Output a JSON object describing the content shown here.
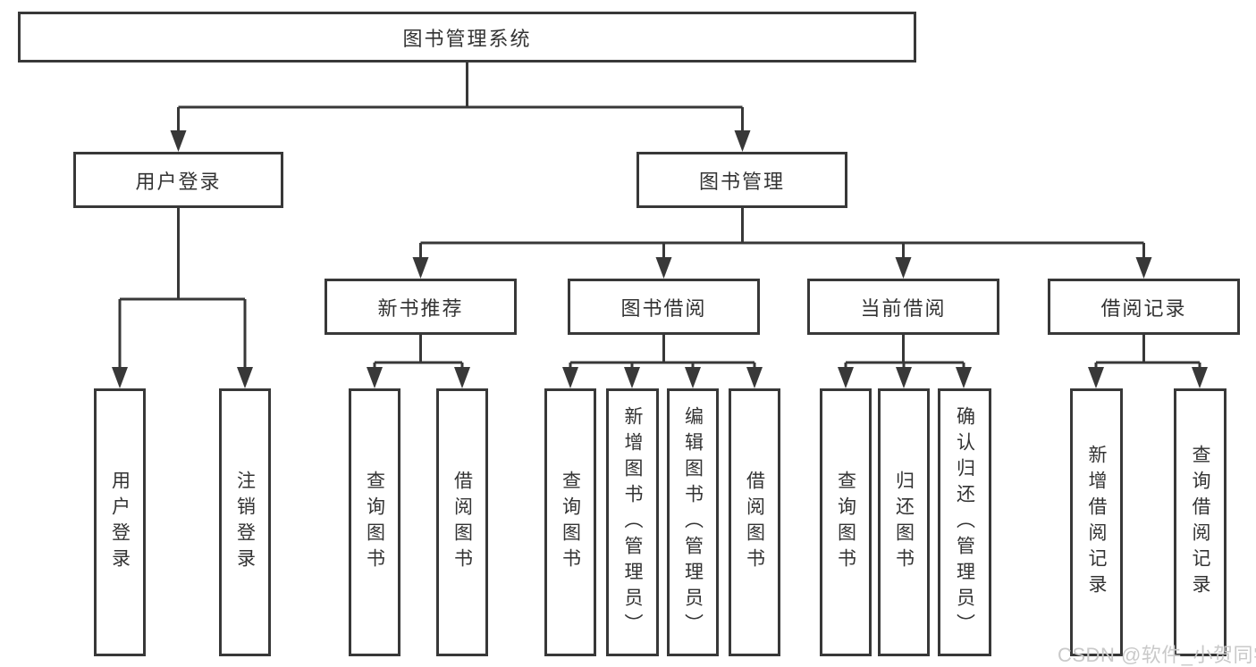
{
  "diagram_type": "tree",
  "tree": {
    "label": "图书管理系统",
    "children": [
      {
        "label": "用户登录",
        "children": [
          {
            "label": "用户登录"
          },
          {
            "label": "注销登录"
          }
        ]
      },
      {
        "label": "图书管理",
        "children": [
          {
            "label": "新书推荐",
            "children": [
              {
                "label": "查询图书"
              },
              {
                "label": "借阅图书"
              }
            ]
          },
          {
            "label": "图书借阅",
            "children": [
              {
                "label": "查询图书"
              },
              {
                "label": "新增图书（管理员）"
              },
              {
                "label": "编辑图书（管理员）"
              },
              {
                "label": "借阅图书"
              }
            ]
          },
          {
            "label": "当前借阅",
            "children": [
              {
                "label": "查询图书"
              },
              {
                "label": "归还图书"
              },
              {
                "label": "确认归还（管理员）"
              }
            ]
          },
          {
            "label": "借阅记录",
            "children": [
              {
                "label": "新增借阅记录"
              },
              {
                "label": "查询借阅记录"
              }
            ]
          }
        ]
      }
    ]
  },
  "watermark": "CSDN @软件_小贺同学",
  "colors": {
    "line": "#383838",
    "text": "#333333",
    "watermark": "#c9c9c9",
    "background": "#ffffff"
  }
}
